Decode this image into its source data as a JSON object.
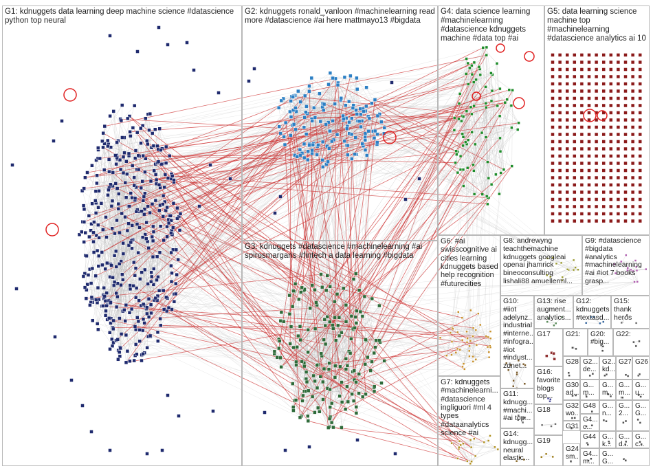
{
  "groups": [
    {
      "id": "G1",
      "text": "G1: kdnuggets data learning deep machine science #datascience\npython top neural",
      "color": "#1f2a6e"
    },
    {
      "id": "G2",
      "text": "G2: kdnuggets ronald_vanloon #machinelearning read\nmore #datascience #ai here mattmayo13 #bigdata",
      "color": "#2c7fc4"
    },
    {
      "id": "G3",
      "text": "G3: kdnuggets #datascience #machinelearning #ai\nspirosmargaris #fintech a data learning #bigdata",
      "color": "#2f6b3a"
    },
    {
      "id": "G4",
      "text": "G4: data science learning\n#machinelearning\n#datascience kdnuggets\nmachine #data top #ai",
      "color": "#1e8c2a"
    },
    {
      "id": "G5",
      "text": "G5: data learning science\nmachine top\n#machinelearning\n#datascience analytics ai 10",
      "color": "#8b1a1a"
    },
    {
      "id": "G6",
      "text": "G6: #ai\nswisscognitive ai\ncities learning\nkdnuggets based\nhelp recognition\n#futurecities",
      "color": "#c8902a"
    },
    {
      "id": "G7",
      "text": "G7: kdnuggets\n#machinelearni...\n#datascience\ningliguori #ml 4\ntypes\n#dataanalytics\nscience #ai",
      "color": "#b0901e"
    },
    {
      "id": "G8",
      "text": "G8: andrewyng\nteachthemachine\nkdnuggets googleai\nopenai jhamrick\nbineoconsulting\nlishali88 amuellerml...",
      "color": "#9a9a30"
    },
    {
      "id": "G9",
      "text": "G9: #datascience\n#bigdata\n#analytics\n#machinelearning\n#ai #iot 7 books\ngrasp...",
      "color": "#b060b0"
    },
    {
      "id": "G10",
      "text": "G10:\n#iiot\nadelynz...\nindustrial\n#interne...\n#infogra...\n#iot\n#indust...\nzdnet...",
      "color": "#7a5a2a"
    },
    {
      "id": "G11",
      "text": "G11:\nkdnugg...\n#machi...\n#ai top...",
      "color": "#6a6a6a"
    },
    {
      "id": "G12",
      "text": "G12:\nkdnuggets\n#textasd...",
      "color": "#3a6aa0"
    },
    {
      "id": "G13",
      "text": "G13: rise\naugment...\nanalytics...",
      "color": "#5a8a5a"
    },
    {
      "id": "G14",
      "text": "G14:\nkdnugg...\nneural\nelastic...",
      "color": "#8a6a2a"
    },
    {
      "id": "G15",
      "text": "G15:\nthank\nheros",
      "color": "#707070"
    },
    {
      "id": "G16",
      "text": "G16:\nfavorite\nblogs\ntop...",
      "color": "#4a4a9a"
    },
    {
      "id": "G17",
      "text": "G17",
      "color": "#903030"
    },
    {
      "id": "G18",
      "text": "G18",
      "color": "#707070"
    },
    {
      "id": "G19",
      "text": "G19",
      "color": "#a08020"
    },
    {
      "id": "G20",
      "text": "G20:\n#big...",
      "color": "#505050"
    },
    {
      "id": "G21",
      "text": "G21:",
      "color": "#505050"
    },
    {
      "id": "G22",
      "text": "G22:",
      "color": "#505050"
    },
    {
      "id": "G23",
      "text": "G2...\nde...",
      "color": "#505050"
    },
    {
      "id": "G24",
      "text": "G24:\nsm...",
      "color": "#505050"
    },
    {
      "id": "G25",
      "text": "G2...\nkd...",
      "color": "#505050"
    },
    {
      "id": "G26",
      "text": "G26",
      "color": "#505050"
    },
    {
      "id": "G27",
      "text": "G27",
      "color": "#505050"
    },
    {
      "id": "G28",
      "text": "G28",
      "color": "#505050"
    },
    {
      "id": "G29",
      "text": "G...\nm...",
      "color": "#505050"
    },
    {
      "id": "G30",
      "text": "G30:\nad...",
      "color": "#505050"
    },
    {
      "id": "G31",
      "text": "G31",
      "color": "#505050"
    },
    {
      "id": "G32",
      "text": "G32:\nwo...",
      "color": "#505050"
    },
    {
      "id": "G33",
      "text": "G...\nu...",
      "color": "#505050"
    },
    {
      "id": "G34",
      "text": "G...\nm...",
      "color": "#505050"
    },
    {
      "id": "G35",
      "text": "G4...\nc...",
      "color": "#505050"
    },
    {
      "id": "G36",
      "text": "G...\nn...",
      "color": "#505050"
    },
    {
      "id": "G37",
      "text": "G...\n2...",
      "color": "#505050"
    },
    {
      "id": "G38",
      "text": "G...\nk...",
      "color": "#505050"
    },
    {
      "id": "G39",
      "text": "G...\nd...",
      "color": "#505050"
    },
    {
      "id": "G40",
      "text": "G...\nc...",
      "color": "#505050"
    },
    {
      "id": "G41",
      "text": "G...\nG...",
      "color": "#505050"
    },
    {
      "id": "G42",
      "text": "G...\nG...",
      "color": "#505050"
    },
    {
      "id": "G43",
      "text": "G...\nm...",
      "color": "#505050"
    },
    {
      "id": "G44",
      "text": "G44",
      "color": "#505050"
    },
    {
      "id": "G46",
      "text": "G4...\nm...",
      "color": "#505050"
    },
    {
      "id": "G48",
      "text": "G48",
      "color": "#505050"
    }
  ],
  "colors": {
    "edge_within": "#bdbdbd",
    "edge_between": "#cc2a2a",
    "self_loop": "#e02020",
    "node_border": "#ffffff",
    "box_border": "#b8b8b8"
  }
}
